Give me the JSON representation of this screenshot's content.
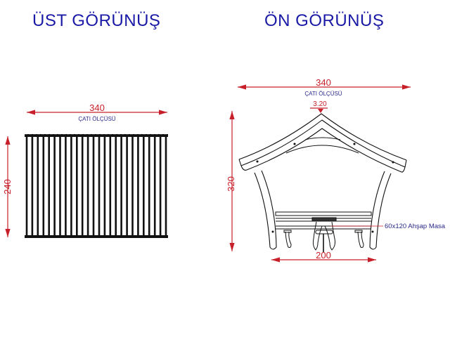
{
  "views": {
    "top": {
      "title": "ÜST GÖRÜNÜŞ",
      "width_dim": "340",
      "width_caption": "ÇATI ÖLÇÜSÜ",
      "depth_dim": "240",
      "slat_count": 26
    },
    "front": {
      "title": "ÖN GÖRÜNÜŞ",
      "width_dim": "340",
      "width_caption": "ÇATI ÖLÇÜSÜ",
      "ridge_height_label": "3.20",
      "height_dim": "320",
      "base_dim": "200",
      "table_note": "60x120 Ahşap Masa"
    }
  },
  "colors": {
    "title": "#1a1aa6",
    "dimension": "#c8202a",
    "caption": "#2a2a8a",
    "linework": "#111111"
  }
}
